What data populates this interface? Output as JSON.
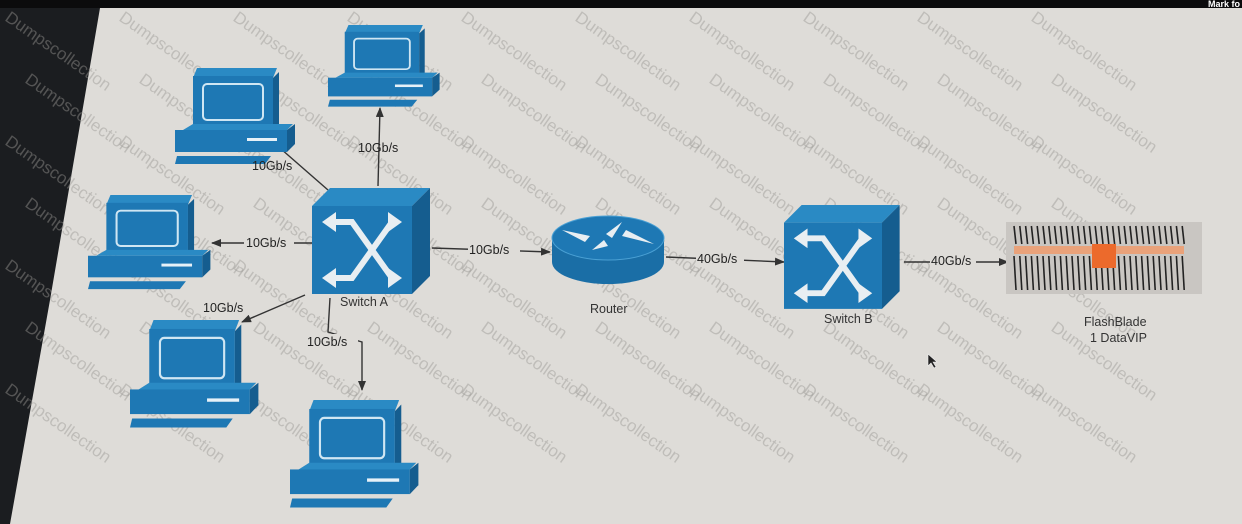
{
  "topbar": {
    "mark_label": "Mark fo"
  },
  "watermark": "Dumpscollection",
  "colors": {
    "device": "#1e78b4",
    "screen": "#dedcd8",
    "line": "#333333"
  },
  "devices": {
    "switch_a": "Switch A",
    "router": "Router",
    "switch_b": "Switch B",
    "flashblade": [
      "FlashBlade",
      "1 DataVIP"
    ]
  },
  "links": {
    "pc_top_left": "10Gb/s",
    "pc_top": "10Gb/s",
    "pc_left": "10Gb/s",
    "pc_lower_left": "10Gb/s",
    "pc_bottom": "10Gb/s",
    "switch_a_router": "10Gb/s",
    "router_switch_b": "40Gb/s",
    "switch_b_flashblade": "40Gb/s"
  }
}
